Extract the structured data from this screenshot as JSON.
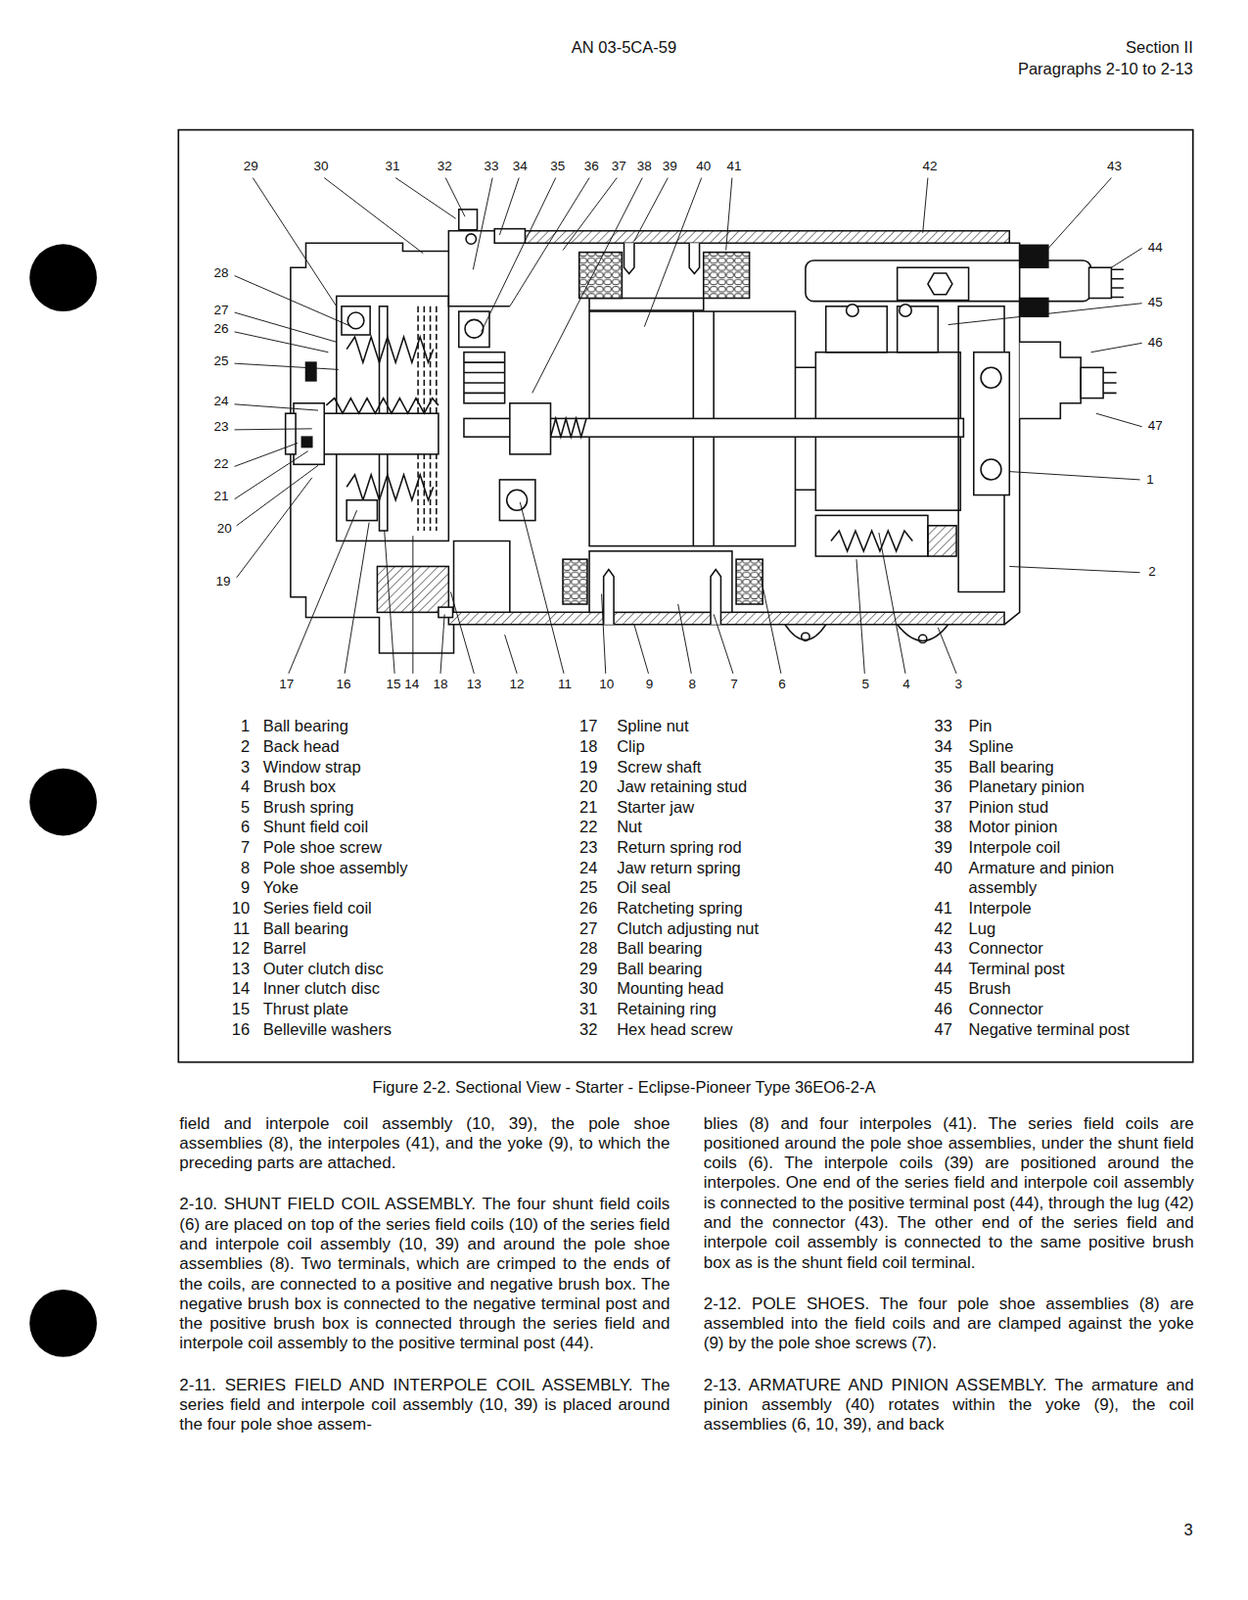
{
  "diagram": {
    "caption": "Figure 2-2. Sectional View - Starter - Eclipse-Pioneer Type 36EO6-2-A",
    "labels": [
      "AN 03-5CA-59",
      "Section II",
      "Paragraphs 2-10 to 2-13",
      "29",
      "30",
      "31",
      "32",
      "33",
      "34",
      "35",
      "36",
      "37",
      "38",
      "39",
      "40",
      "41",
      "42",
      "43",
      "44",
      "45",
      "46",
      "47",
      "1",
      "2",
      "28",
      "27",
      "26",
      "25",
      "24",
      "23",
      "22",
      "21",
      "20",
      "19",
      "17",
      "16",
      "15",
      "14",
      "18",
      "13",
      "12",
      "11",
      "10",
      "9",
      "8",
      "7",
      "6",
      "5",
      "4",
      "3",
      "1",
      "Ball bearing",
      "2",
      "Back head",
      "3",
      "Window strap",
      "4",
      "Brush box",
      "5",
      "Brush spring",
      "6",
      "Shunt field coil",
      "7",
      "Pole shoe screw",
      "8",
      "Pole shoe assembly",
      "9",
      "Yoke",
      "10",
      "Series field coil",
      "11",
      "Ball bearing",
      "12",
      "Barrel",
      "13",
      "Outer clutch disc",
      "14",
      "Inner clutch disc",
      "15",
      "Thrust plate",
      "16",
      "Belleville washers",
      "17",
      "Spline nut",
      "18",
      "Clip",
      "19",
      "Screw shaft",
      "20",
      "Jaw retaining stud",
      "21",
      "Starter jaw",
      "22",
      "Nut",
      "23",
      "Return spring rod",
      "24",
      "Jaw return spring",
      "25",
      "Oil seal",
      "26",
      "Ratcheting spring",
      "27",
      "Clutch adjusting nut",
      "28",
      "Ball bearing",
      "29",
      "Ball bearing",
      "30",
      "Mounting head",
      "31",
      "Retaining ring",
      "32",
      "Hex head screw",
      "33",
      "Pin",
      "34",
      "Spline",
      "35",
      "Ball bearing",
      "36",
      "Planetary pinion",
      "37",
      "Pinion stud",
      "38",
      "Motor pinion",
      "39",
      "Interpole coil",
      "40",
      "Armature and pinion assembly",
      "41",
      "Interpole",
      "42",
      "Lug",
      "43",
      "Connector",
      "44",
      "Terminal post",
      "45",
      "Brush",
      "46",
      "Connector",
      "47",
      "Negative terminal post",
      "field and interpole coil assembly (10, 39), the pole shoe assemblies (8), the interpoles (41), and the yoke (9), to which the preceding parts are attached.",
      "2-10. SHUNT FIELD COIL ASSEMBLY. The four shunt field coils (6) are placed on top of the series field coils (10) of the series field and interpole coil assembly (10, 39) and around the pole shoe assemblies (8). Two terminals, which are crimped to the ends of the coils, are connected to a positive and negative brush box. The negative brush box is connected to the negative terminal post and the positive brush box is connected through the series field and interpole coil assembly to the positive terminal post (44).",
      "2-11. SERIES FIELD AND INTERPOLE COIL ASSEMBLY. The series field and interpole coil assembly (10, 39) is placed around the four pole shoe assem-",
      "blies (8) and four interpoles (41). The series field coils are positioned around the pole shoe assemblies, under the shunt field coils (6). The interpole coils (39) are positioned around the interpoles. One end of the series field and interpole coil assembly is connected to the positive terminal post (44), through the lug (42) and the connector (43). The other end of the series field and interpole coil assembly is connected to the same positive brush box as is the shunt field coil terminal.",
      "2-12. POLE SHOES. The four pole shoe assemblies (8) are assembled into the field coils and are clamped against the yoke (9) by the pole shoe screws (7).",
      "2-13. ARMATURE AND PINION ASSEMBLY. The armature and pinion assembly (40) rotates within the yoke (9), the coil assemblies (6, 10, 39), and back",
      "3"
    ]
  }
}
